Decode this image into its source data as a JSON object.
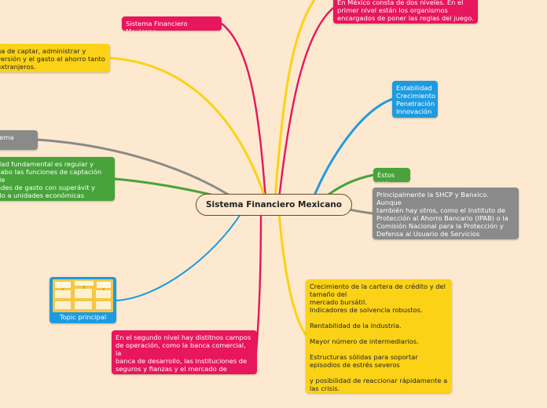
{
  "colors": {
    "background": "#fde9cf",
    "pink": "#e8165c",
    "yellow": "#fbd216",
    "gray": "#8a8a8a",
    "green": "#47a33a",
    "blue": "#1e9be0",
    "central_border": "#6b4a2b"
  },
  "central": {
    "label": "Sistema Financiero Mexicano"
  },
  "nodes": {
    "sistema_financiero": "Sistema Financiero Mexicano",
    "captar": "ga de captar, administrar y\nversión y el gasto el ahorro tanto\n extranjeros.",
    "gray_left": "tema",
    "green_left": "dad fundamental es regular y\ncabo las funciones de captación de\nades de gasto con superávit y\nrlo a unidades económicas\nas.",
    "niveles": "En México consta de dos niveles. En el\nprimer nivel están los organismos\nencargados de poner las reglas del juego.",
    "objetivos": "Estabilidad\nCrecimiento\nPenetración\nInnovación",
    "estos_son": "Éstos son",
    "organismos": "Principalmente la SHCP y Banxico. Aunque\ntambién hay otros, como el Instituto de\nProtección al Ahorro Bancario (IPAB) o la\nComisión Nacional para la Protección y\nDefensa al Usuario de Servicios Financieros\n(Condusef).",
    "indicadores": " Crecimiento de la cartera de crédito y del\ntamaño del\nmercado bursátil.\n Indicadores de solvencia robustos.\n\n Rentabilidad de la industria.\n\n Mayor número de intermediarios.\n\n Estructuras sólidas para soportar\nepisodios de estrés severos\n\ny posibilidad de reaccionar rápidamente a\nlas crisis.",
    "segundo_nivel": "En el segundo nivel hay distitnos campos\nde operación, como la banca comercial, la\nbanca de desarrollo, las instituciones de\nseguros y fianzas y el mercado de\nvalores.",
    "topic_principal": "Topic principal"
  }
}
